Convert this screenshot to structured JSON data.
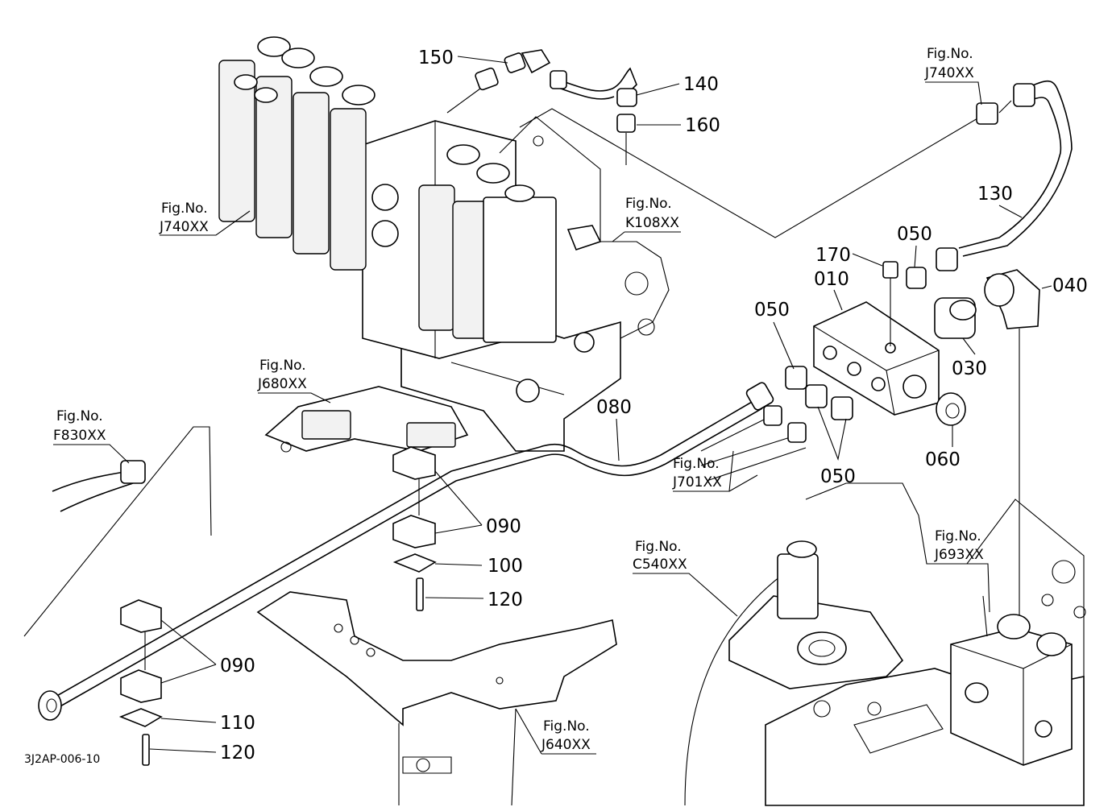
{
  "drawing_code": "3J2AP-006-10",
  "fig_prefix": "Fig.No.",
  "fig_refs": [
    {
      "id": "j740-left",
      "code": "J740XX"
    },
    {
      "id": "k108",
      "code": "K108XX"
    },
    {
      "id": "j740-right",
      "code": "J740XX"
    },
    {
      "id": "j680",
      "code": "J680XX"
    },
    {
      "id": "f830",
      "code": "F830XX"
    },
    {
      "id": "j701",
      "code": "J701XX"
    },
    {
      "id": "c540",
      "code": "C540XX"
    },
    {
      "id": "j693",
      "code": "J693XX"
    },
    {
      "id": "j640",
      "code": "J640XX"
    }
  ],
  "part_labels": [
    {
      "id": "p150",
      "text": "150"
    },
    {
      "id": "p140",
      "text": "140"
    },
    {
      "id": "p160",
      "text": "160"
    },
    {
      "id": "p130",
      "text": "130"
    },
    {
      "id": "p170",
      "text": "170"
    },
    {
      "id": "p050a",
      "text": "050"
    },
    {
      "id": "p010",
      "text": "010"
    },
    {
      "id": "p040",
      "text": "040"
    },
    {
      "id": "p050b",
      "text": "050"
    },
    {
      "id": "p030",
      "text": "030"
    },
    {
      "id": "p080",
      "text": "080"
    },
    {
      "id": "p060",
      "text": "060"
    },
    {
      "id": "p050c",
      "text": "050"
    },
    {
      "id": "p090a",
      "text": "090"
    },
    {
      "id": "p100",
      "text": "100"
    },
    {
      "id": "p120a",
      "text": "120"
    },
    {
      "id": "p090b",
      "text": "090"
    },
    {
      "id": "p110",
      "text": "110"
    },
    {
      "id": "p120b",
      "text": "120"
    }
  ]
}
